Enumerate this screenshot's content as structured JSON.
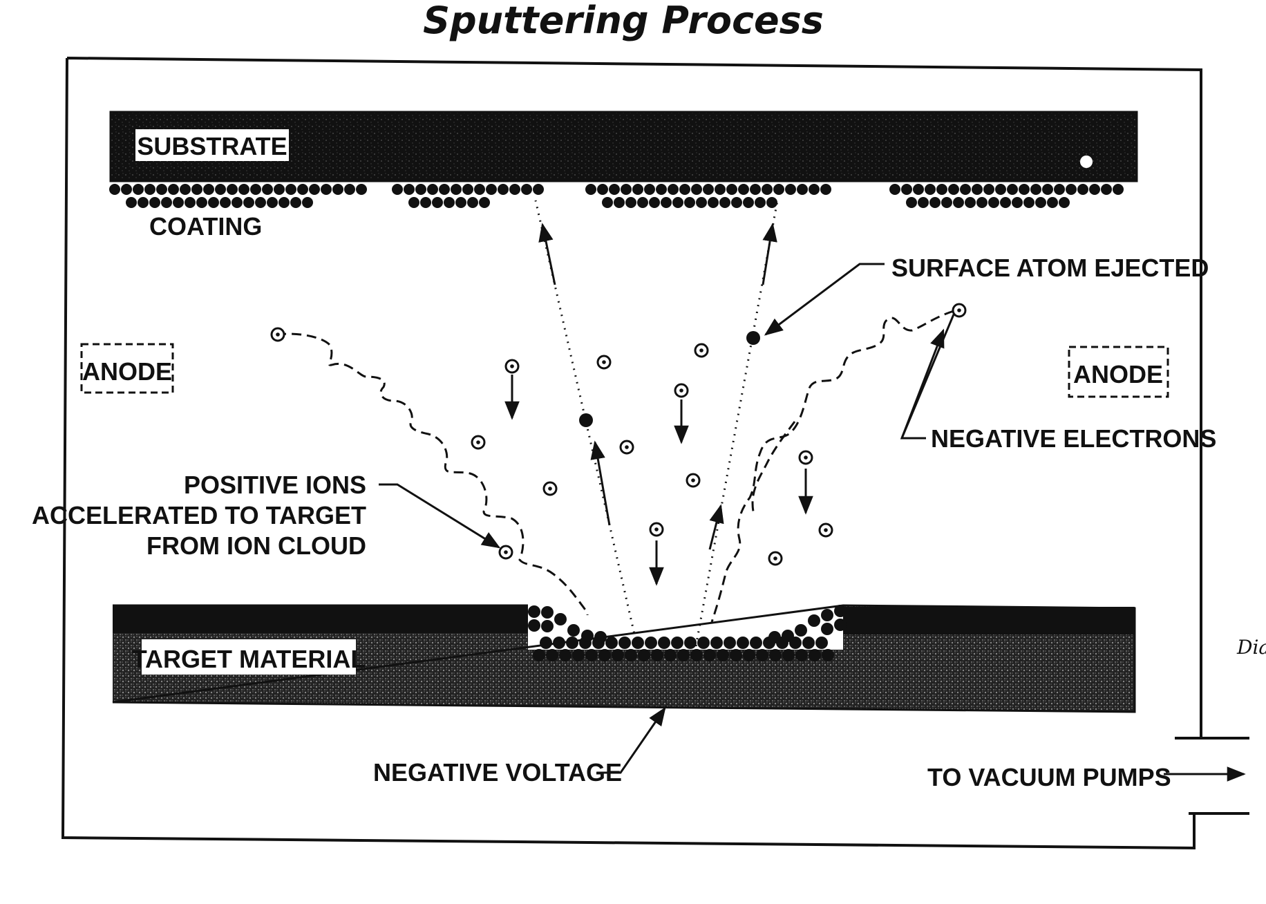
{
  "title": "Sputtering Process",
  "labels": {
    "substrate": "SUBSTRATE",
    "coating": "COATING",
    "anode_left": "ANODE",
    "anode_right": "ANODE",
    "surface_atom": "SURFACE ATOM EJECTED",
    "negative_electrons": "NEGATIVE ELECTRONS",
    "positive_ions_1": "POSITIVE IONS",
    "positive_ions_2": "ACCELERATED TO TARGET",
    "positive_ions_3": "FROM ION CLOUD",
    "target_material": "TARGET MATERIAL",
    "negative_voltage": "NEGATIVE VOLTAGE",
    "vacuum_pumps": "TO VACUUM PUMPS",
    "edge_text": "Dia"
  },
  "colors": {
    "ink": "#111111",
    "paper": "#ffffff"
  }
}
